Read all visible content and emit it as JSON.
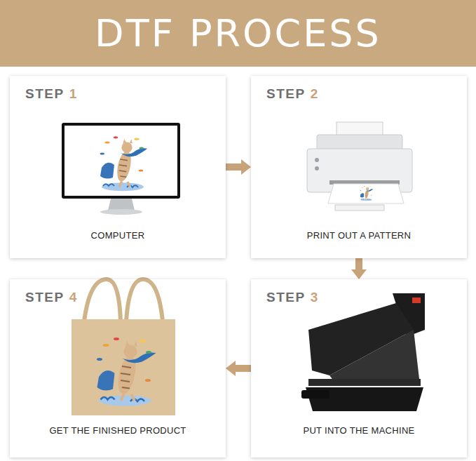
{
  "diagram": {
    "title": "DTF PROCESS",
    "nodes": [
      {
        "text": [
          "STEP",
          "1",
          "COMPUTER"
        ]
      },
      {
        "text": [
          "STEP",
          "2",
          "PRINT OUT A PATTERN"
        ]
      },
      {
        "text": [
          "STEP",
          "3",
          "PUT INTO THE MACHINE"
        ]
      },
      {
        "text": [
          "STEP",
          "4",
          "GET THE FINISHED PRODUCT"
        ]
      }
    ],
    "edges": [
      {
        "from": 0,
        "to": 1,
        "arrow": "to"
      },
      {
        "from": 1,
        "to": 2,
        "arrow": "to"
      },
      {
        "from": 2,
        "to": 3,
        "arrow": "to"
      }
    ]
  }
}
